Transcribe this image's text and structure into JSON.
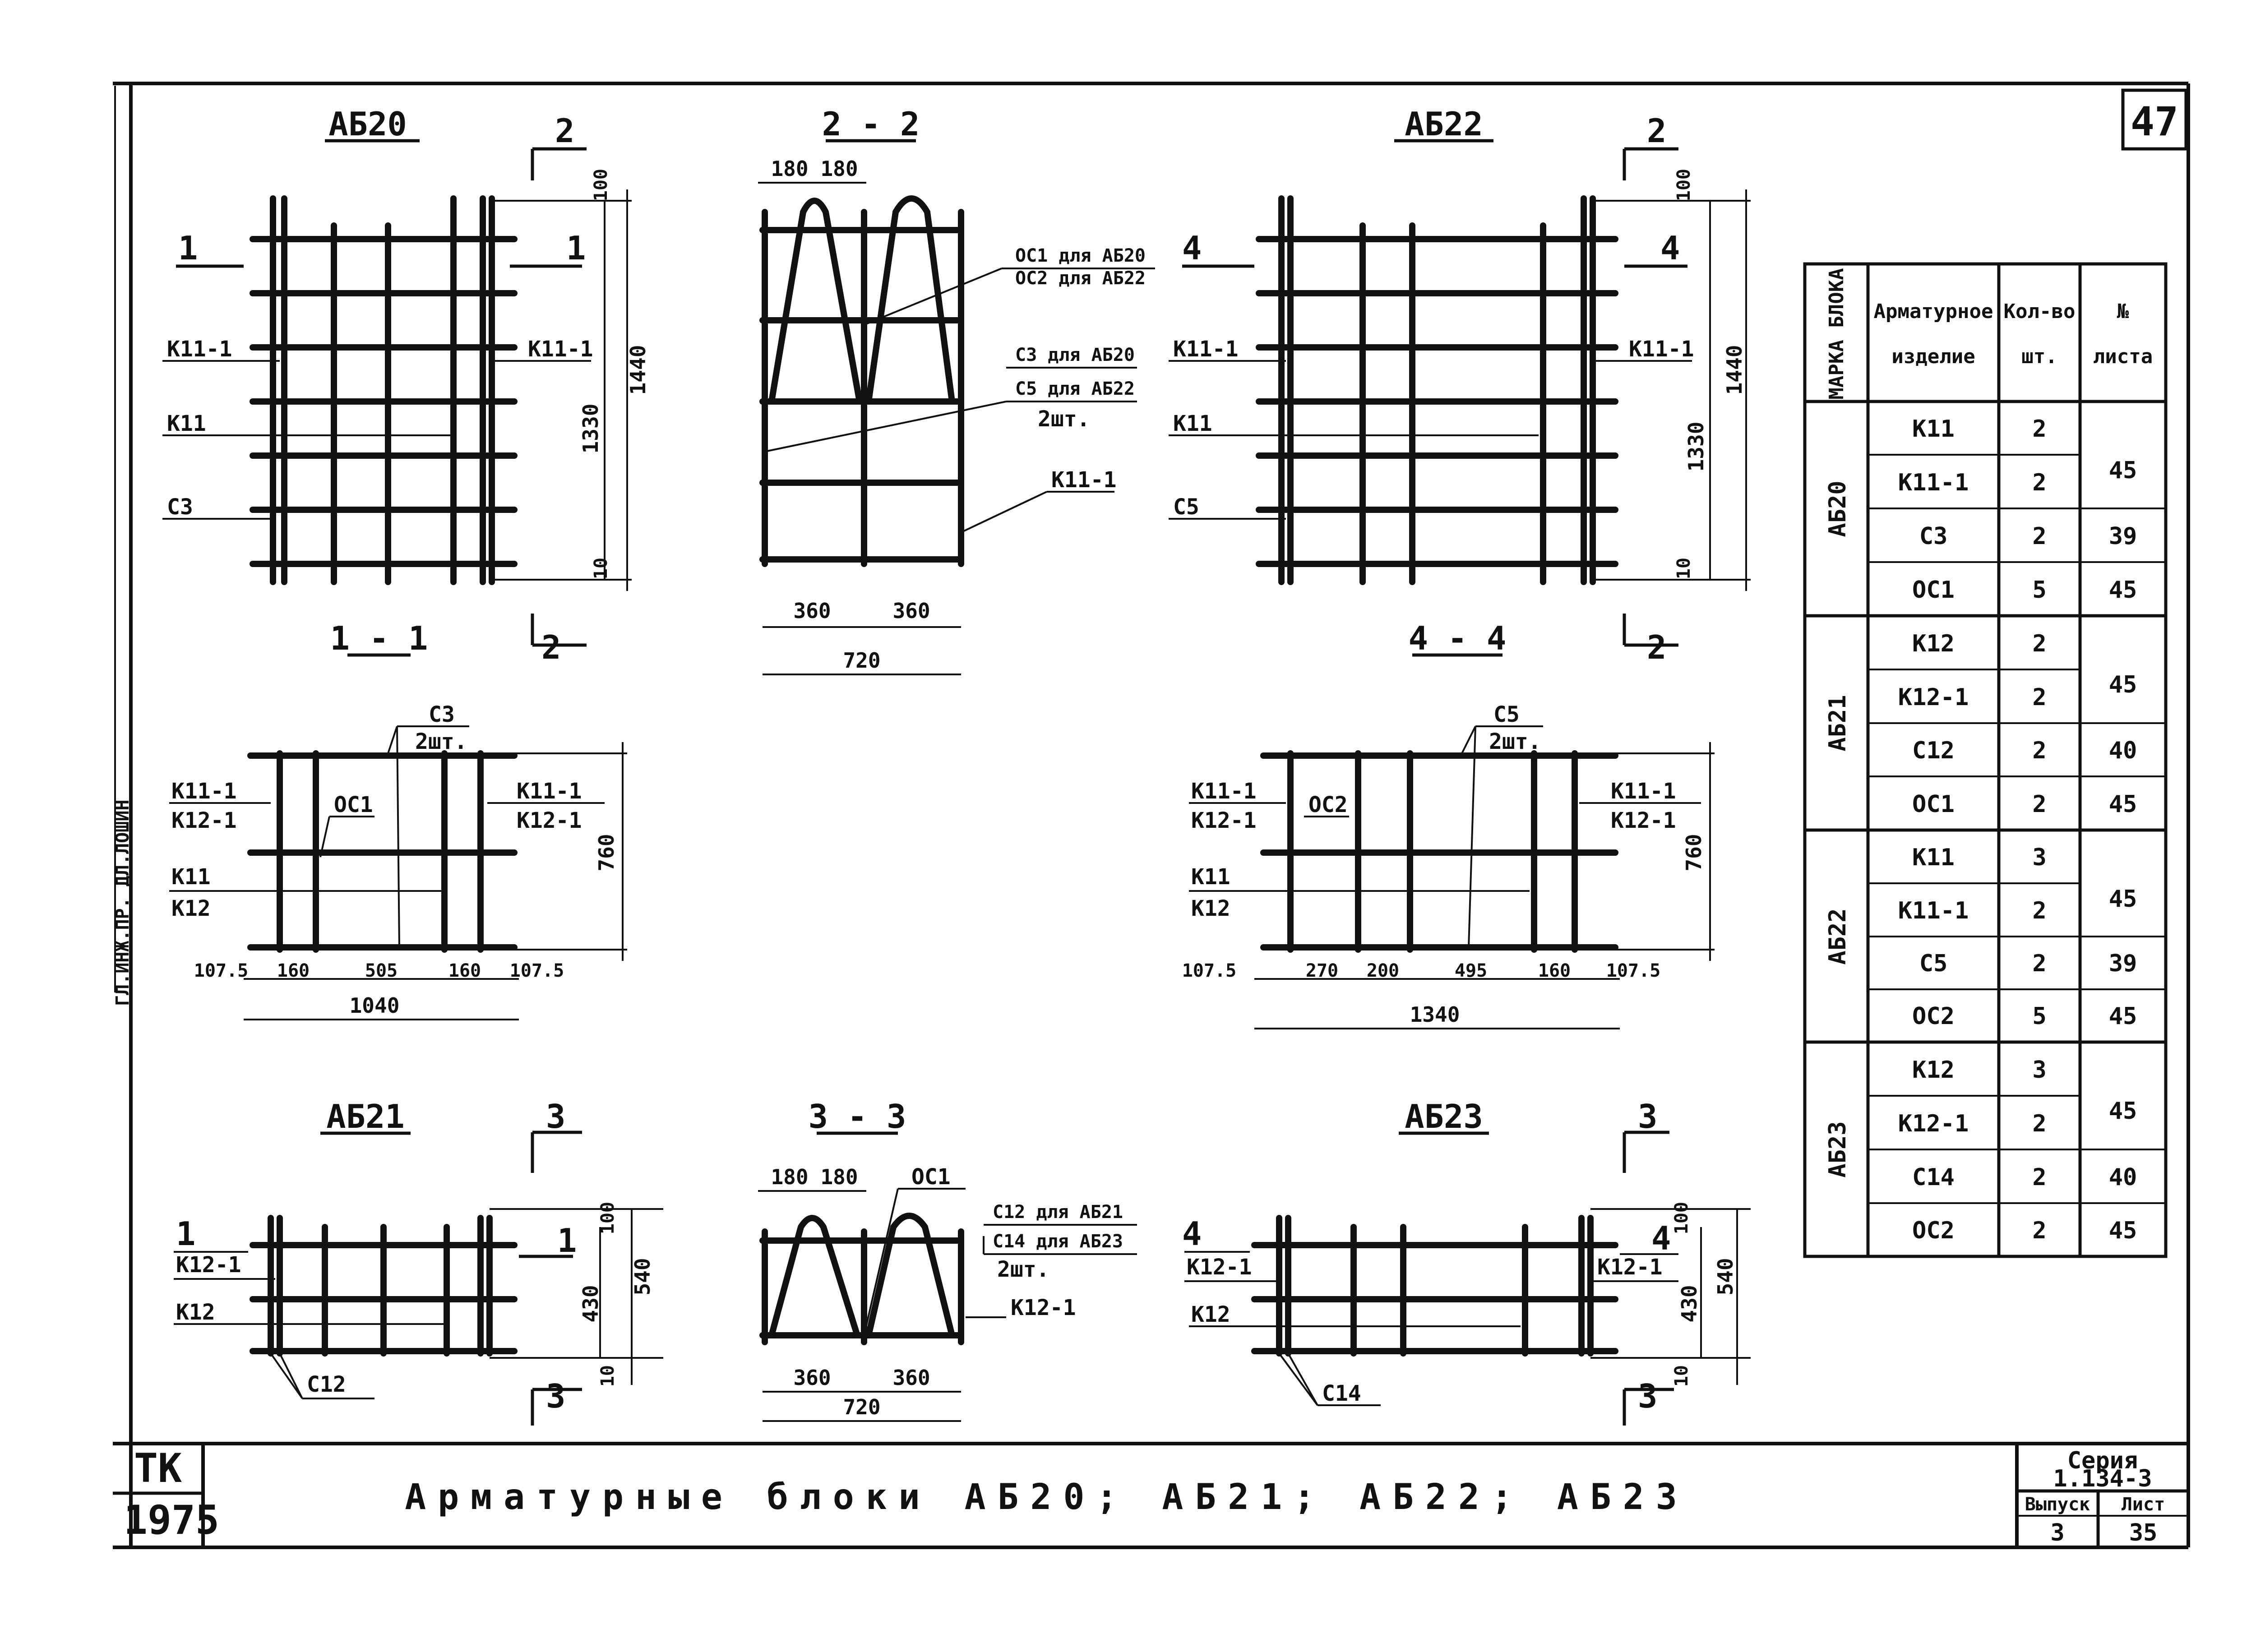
{
  "sheet": {
    "number": "47"
  },
  "side_stamp": {
    "text": "ГЛ.ИНЖ.ПР.  ДЛ.ЛОШИН"
  },
  "views": {
    "ab20": {
      "title": "АБ20",
      "section_mark": "2",
      "cut_mark": "1",
      "labels": {
        "k11_1_left": "К11-1",
        "k11_1_right": "К11-1",
        "k11": "К11",
        "c3": "С3"
      },
      "dims": {
        "total": "1440",
        "inner": "1330",
        "top": "100",
        "bottom": "10"
      }
    },
    "sec22": {
      "title": "2 - 2",
      "dims": {
        "a": "180",
        "b": "180",
        "w1": "360",
        "w2": "360",
        "total": "720"
      },
      "labels": {
        "oc1": "ОС1 для АБ20",
        "oc2": "ОС2 для АБ22",
        "c3": "С3 для АБ20",
        "c5": "С5 для АБ22",
        "qty": "2шт.",
        "k11_1": "К11-1"
      }
    },
    "ab22": {
      "title": "АБ22",
      "section_mark": "2",
      "cut_mark": "4",
      "labels": {
        "k11_1_left": "К11-1",
        "k11_1_right": "К11-1",
        "k11": "К11",
        "c5": "С5"
      },
      "dims": {
        "total": "1440",
        "inner": "1330",
        "top": "100",
        "bottom": "10"
      }
    },
    "sec11": {
      "title": "1 - 1",
      "labels": {
        "c3": "С3",
        "qty": "2шт.",
        "oc1": "ОС1",
        "k11_1_left": "К11-1",
        "k12_1_left": "К12-1",
        "k11_1_right": "К11-1",
        "k12_1_right": "К12-1",
        "k11": "К11",
        "k12": "К12"
      },
      "dims": [
        "107.5",
        "160",
        "505",
        "160",
        "107.5"
      ],
      "total": "1040",
      "height": "760"
    },
    "sec44": {
      "title": "4 - 4",
      "labels": {
        "c5": "С5",
        "qty": "2шт.",
        "oc2": "ОС2",
        "k11_1_left": "К11-1",
        "k12_1_left": "К12-1",
        "k11_1_right": "К11-1",
        "k12_1_right": "К12-1",
        "k11": "К11",
        "k12": "К12"
      },
      "dims": [
        "107.5",
        "270",
        "200",
        "495",
        "160",
        "107.5"
      ],
      "total": "1340",
      "height": "760"
    },
    "ab21": {
      "title": "АБ21",
      "section_mark": "3",
      "cut_mark": "1",
      "labels": {
        "k12_1": "К12-1",
        "k12": "К12",
        "c12": "С12"
      },
      "dims": {
        "total": "540",
        "inner": "430",
        "top": "100",
        "bottom": "10"
      }
    },
    "sec33": {
      "title": "3 - 3",
      "dims": {
        "a": "180",
        "b": "180",
        "w1": "360",
        "w2": "360",
        "total": "720"
      },
      "labels": {
        "oc1": "ОС1",
        "c12": "С12 для АБ21",
        "c14": "С14 для АБ23",
        "qty": "2шт.",
        "k12_1": "К12-1"
      }
    },
    "ab23": {
      "title": "АБ23",
      "section_mark": "3",
      "cut_mark": "4",
      "labels": {
        "k12_1_left": "К12-1",
        "k12_1_right": "К12-1",
        "k12": "К12",
        "c14": "С14"
      },
      "dims": {
        "total": "540",
        "inner": "430",
        "top": "100",
        "bottom": "10"
      }
    }
  },
  "spec_table": {
    "headers": {
      "mark": "МАРКА БЛОКА",
      "item_1": "Арматурное",
      "item_2": "изделие",
      "qty_1": "Кол-во",
      "qty_2": "шт.",
      "sheet_1": "№",
      "sheet_2": "листа"
    },
    "groups": [
      {
        "mark": "АБ20",
        "rows": [
          {
            "item": "К11",
            "qty": "2"
          },
          {
            "item": "К11-1",
            "qty": "2"
          },
          {
            "item": "С3",
            "qty": "2"
          },
          {
            "item": "ОС1",
            "qty": "5"
          }
        ],
        "sheets": [
          "45",
          "39",
          "45"
        ]
      },
      {
        "mark": "АБ21",
        "rows": [
          {
            "item": "К12",
            "qty": "2"
          },
          {
            "item": "К12-1",
            "qty": "2"
          },
          {
            "item": "С12",
            "qty": "2"
          },
          {
            "item": "ОС1",
            "qty": "2"
          }
        ],
        "sheets": [
          "45",
          "40",
          "45"
        ]
      },
      {
        "mark": "АБ22",
        "rows": [
          {
            "item": "К11",
            "qty": "3"
          },
          {
            "item": "К11-1",
            "qty": "2"
          },
          {
            "item": "С5",
            "qty": "2"
          },
          {
            "item": "ОС2",
            "qty": "5"
          }
        ],
        "sheets": [
          "45",
          "39",
          "45"
        ]
      },
      {
        "mark": "АБ23",
        "rows": [
          {
            "item": "К12",
            "qty": "3"
          },
          {
            "item": "К12-1",
            "qty": "2"
          },
          {
            "item": "С14",
            "qty": "2"
          },
          {
            "item": "ОС2",
            "qty": "2"
          }
        ],
        "sheets": [
          "45",
          "40",
          "45"
        ]
      }
    ]
  },
  "title_block": {
    "org_1": "ТК",
    "org_2": "1975",
    "title": "Арматурные   блоки   АБ20;  АБ21;  АБ22;  АБ23",
    "series_label": "Серия",
    "series_value": "1.134-3",
    "issue_label": "Выпуск",
    "issue_value": "3",
    "sheet_label": "Лист",
    "sheet_value": "35"
  }
}
